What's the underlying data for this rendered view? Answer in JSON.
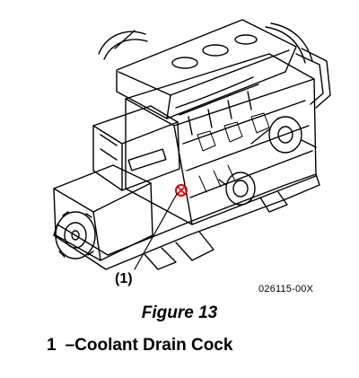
{
  "callout": {
    "label": "(1)"
  },
  "reference_code": "026115-00X",
  "caption": "Figure 13",
  "legend": {
    "number": "1",
    "text": "–Coolant Drain Cock"
  },
  "colors": {
    "line": "#000000",
    "highlight": "#d40000"
  }
}
